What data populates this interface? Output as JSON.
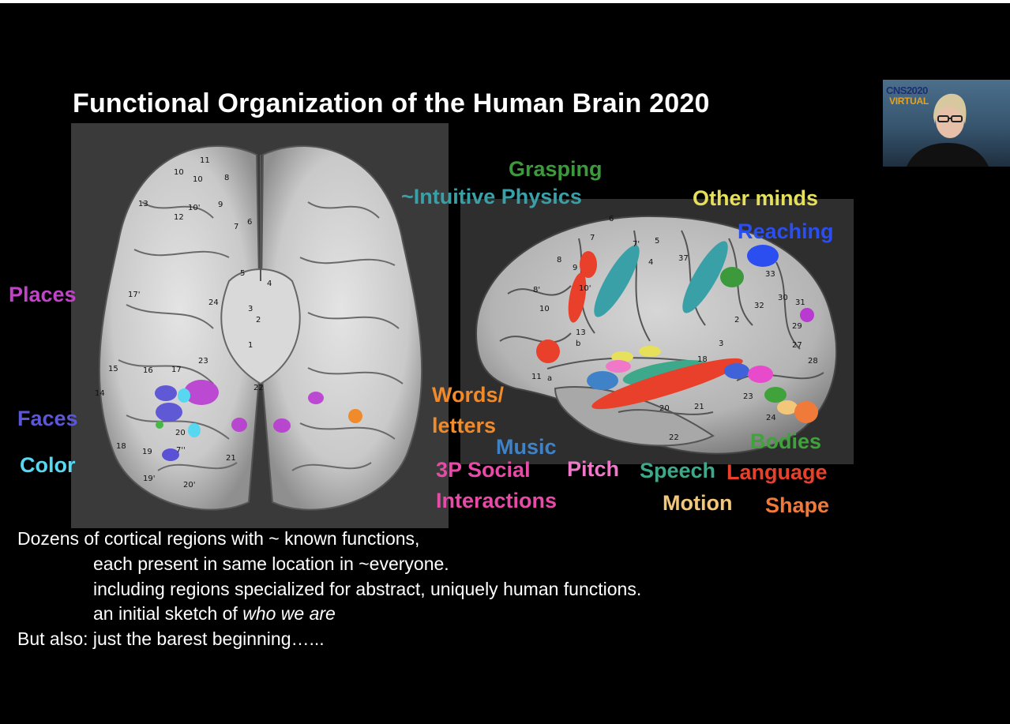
{
  "slide": {
    "title": "Functional Organization of the Human Brain 2020"
  },
  "labels": {
    "places": {
      "text": "Places",
      "color": "#c043c8"
    },
    "faces": {
      "text": "Faces",
      "color": "#5b57d8"
    },
    "color": {
      "text": "Color",
      "color": "#58d8f0"
    },
    "grasping": {
      "text": "Grasping",
      "color": "#3c9a3c"
    },
    "intuitive_physics": {
      "text": "~Intuitive Physics",
      "color": "#3aa0a8"
    },
    "other_minds": {
      "text": "Other minds",
      "color": "#e6e05a"
    },
    "reaching": {
      "text": "Reaching",
      "color": "#2a4ef0"
    },
    "words": {
      "text": "Words/",
      "color": "#f08a2a"
    },
    "letters": {
      "text": "letters",
      "color": "#f08a2a"
    },
    "music": {
      "text": "Music",
      "color": "#3f82c8"
    },
    "social_1": {
      "text": "3P Social",
      "color": "#e84aa8"
    },
    "social_2": {
      "text": "Interactions",
      "color": "#e84aa8"
    },
    "pitch": {
      "text": "Pitch",
      "color": "#f078c8"
    },
    "speech": {
      "text": "Speech",
      "color": "#3ea88a"
    },
    "language": {
      "text": "Language",
      "color": "#e8402a"
    },
    "bodies": {
      "text": "Bodies",
      "color": "#3fa23a"
    },
    "motion": {
      "text": "Motion",
      "color": "#f3c77a"
    },
    "shape": {
      "text": "Shape",
      "color": "#f07a3a"
    }
  },
  "body_text": {
    "line1": "Dozens of cortical regions with ~ known functions,",
    "line2": "each present in same location in ~everyone.",
    "line3": "including regions specialized for abstract, uniquely human functions.",
    "line4_prefix": "an initial sketch of ",
    "line4_italic": "who we are",
    "line5": "But also: just the barest beginning…..."
  },
  "ventral_ticks": [
    "11",
    "10",
    "8",
    "10",
    "13",
    "12",
    "10'",
    "9",
    "7",
    "6",
    "5",
    "4",
    "3",
    "2",
    "1",
    "17'",
    "24",
    "15",
    "16",
    "17",
    "23",
    "22",
    "14",
    "20",
    "18",
    "19",
    "7''",
    "21",
    "19'",
    "20'"
  ],
  "lateral_ticks": [
    "6",
    "7",
    "7'",
    "5",
    "4",
    "37",
    "8",
    "9",
    "10'",
    "10",
    "13",
    "b",
    "11",
    "a",
    "3",
    "2",
    "33",
    "30",
    "31",
    "32",
    "29",
    "27",
    "28",
    "18",
    "23",
    "24",
    "20",
    "21",
    "22",
    "8'"
  ],
  "webcam": {
    "logo_top": "CNS2020",
    "logo_bottom": "VIRTUAL"
  }
}
